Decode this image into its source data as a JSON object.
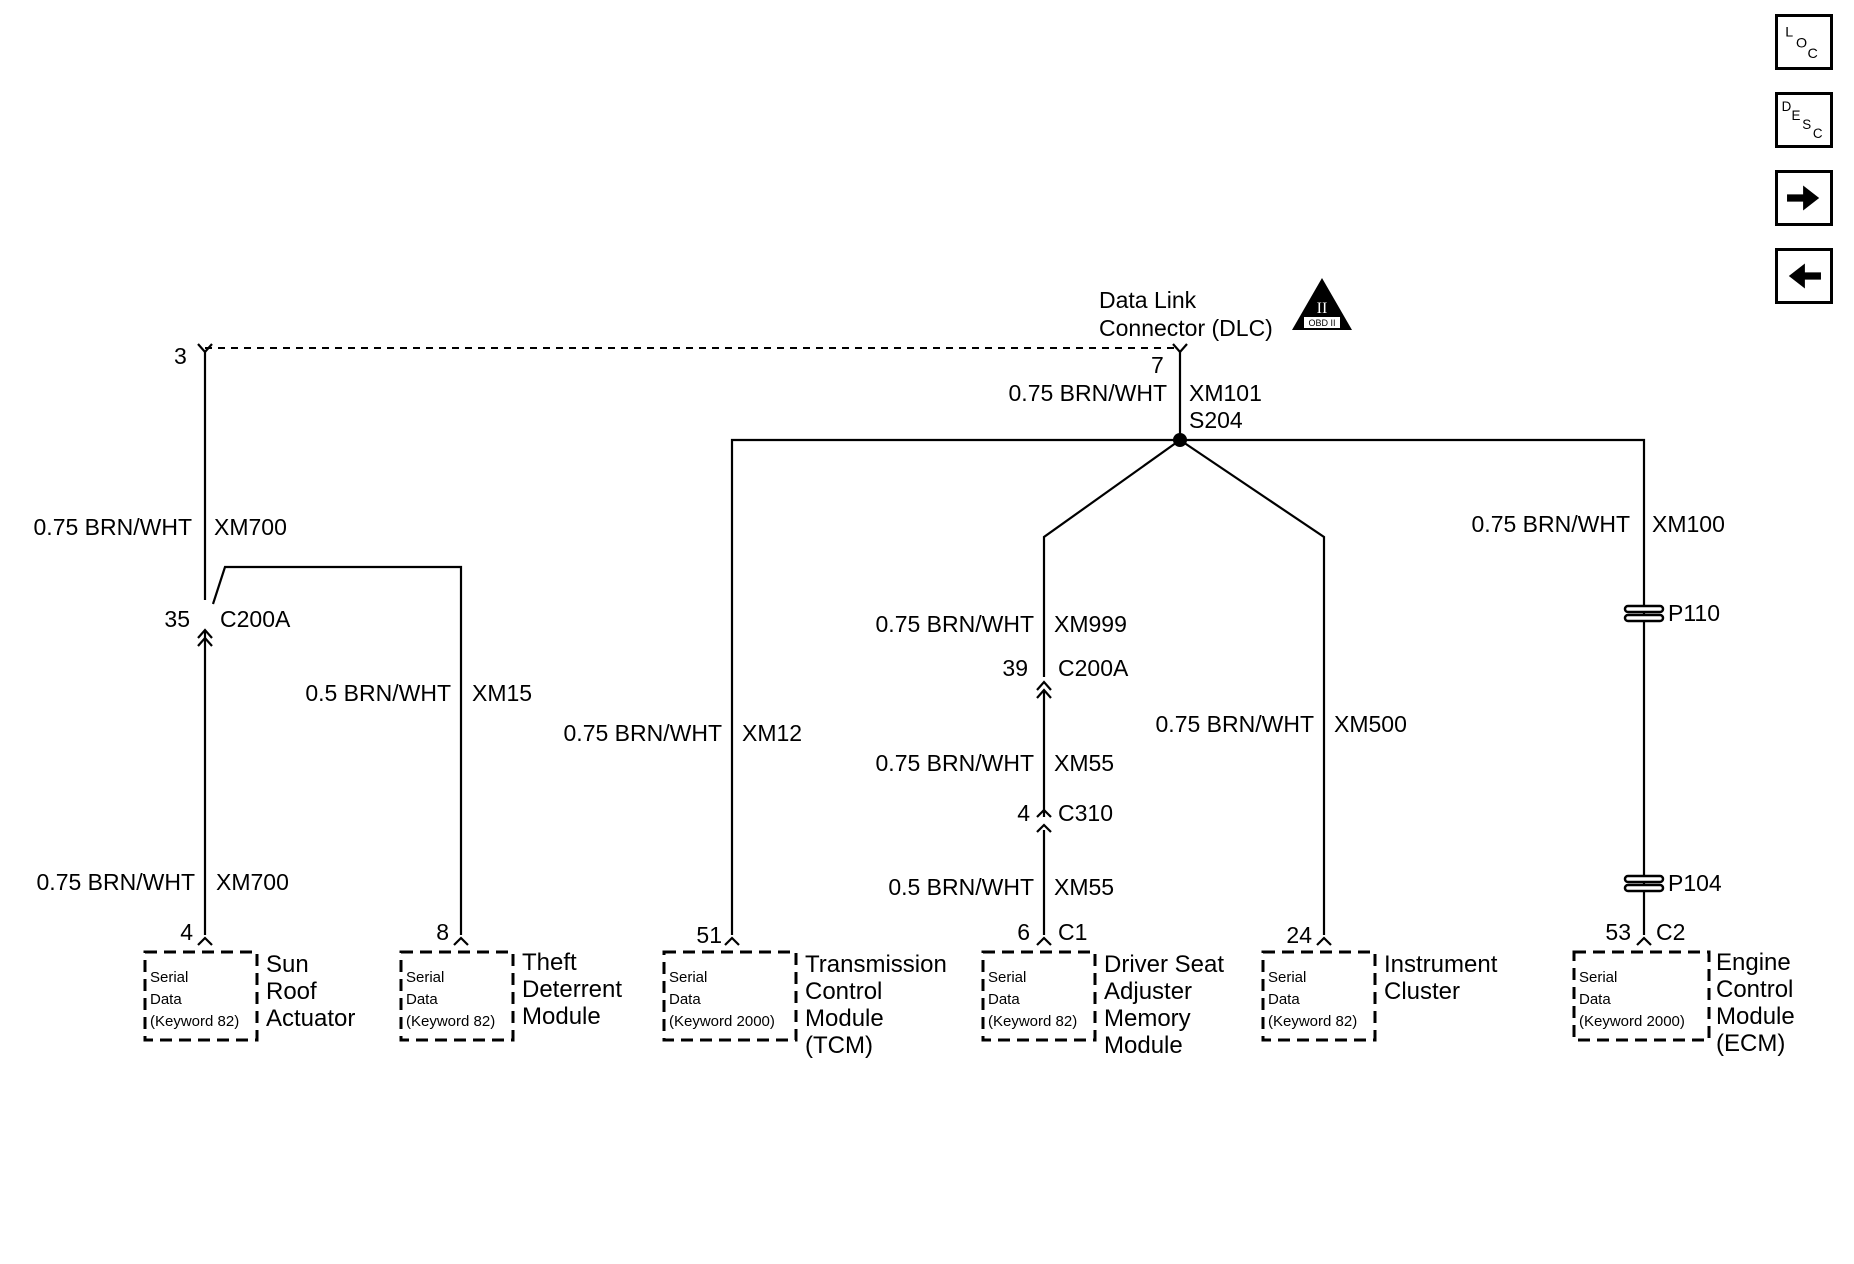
{
  "nav": {
    "loc": {
      "a": "L",
      "b": "O",
      "c": "C",
      "icon": "loc-icon"
    },
    "desc": {
      "a": "D",
      "b": "E",
      "c": "S",
      "d": "C",
      "icon": "desc-icon"
    },
    "next": {
      "icon": "arrow-right-icon"
    },
    "prev": {
      "icon": "arrow-left-icon"
    }
  },
  "dlc": {
    "line1": "Data Link",
    "line2": "Connector (DLC)",
    "pin": "7",
    "obd_numeral": "II",
    "obd_text": "OBD II"
  },
  "top_left_pin": "3",
  "labels": {
    "xm101_wire": "0.75 BRN/WHT",
    "xm101": "XM101",
    "s204": "S204",
    "xm700_wire_top": "0.75 BRN/WHT",
    "xm700_top": "XM700",
    "c200a_left_pin": "35",
    "c200a_left": "C200A",
    "xm15_wire": "0.5 BRN/WHT",
    "xm15": "XM15",
    "xm700_wire_bottom": "0.75 BRN/WHT",
    "xm700_bottom": "XM700",
    "xm12_wire": "0.75 BRN/WHT",
    "xm12": "XM12",
    "xm999_wire": "0.75 BRN/WHT",
    "xm999": "XM999",
    "c200a_mid_pin": "39",
    "c200a_mid": "C200A",
    "xm55_wire_a": "0.75 BRN/WHT",
    "xm55_a": "XM55",
    "c310_pin": "4",
    "c310": "C310",
    "xm55_wire_b": "0.5 BRN/WHT",
    "xm55_b": "XM55",
    "c1_pin": "6",
    "c1": "C1",
    "xm500_wire": "0.75 BRN/WHT",
    "xm500": "XM500",
    "xm100_wire": "0.75 BRN/WHT",
    "xm100": "XM100",
    "p110": "P110",
    "p104": "P104",
    "c2_pin": "53",
    "c2": "C2"
  },
  "modules": [
    {
      "pin": "4",
      "serial": "Serial",
      "data": "Data",
      "keyword": "(Keyword 82)",
      "name": [
        "Sun",
        "Roof",
        "Actuator"
      ]
    },
    {
      "pin": "8",
      "serial": "Serial",
      "data": "Data",
      "keyword": "(Keyword 82)",
      "name": [
        "Theft",
        "Deterrent",
        "Module"
      ]
    },
    {
      "pin": "51",
      "serial": "Serial",
      "data": "Data",
      "keyword": "(Keyword 2000)",
      "name": [
        "Transmission",
        "Control",
        "Module",
        "(TCM)"
      ]
    },
    {
      "pin": "",
      "serial": "Serial",
      "data": "Data",
      "keyword": "(Keyword 82)",
      "name": [
        "Driver Seat",
        "Adjuster",
        "Memory",
        "Module"
      ]
    },
    {
      "pin": "24",
      "serial": "Serial",
      "data": "Data",
      "keyword": "(Keyword 82)",
      "name": [
        "Instrument",
        "Cluster"
      ]
    },
    {
      "pin": "",
      "serial": "Serial",
      "data": "Data",
      "keyword": "(Keyword 2000)",
      "name": [
        "Engine",
        "Control",
        "Module",
        "(ECM)"
      ]
    }
  ]
}
